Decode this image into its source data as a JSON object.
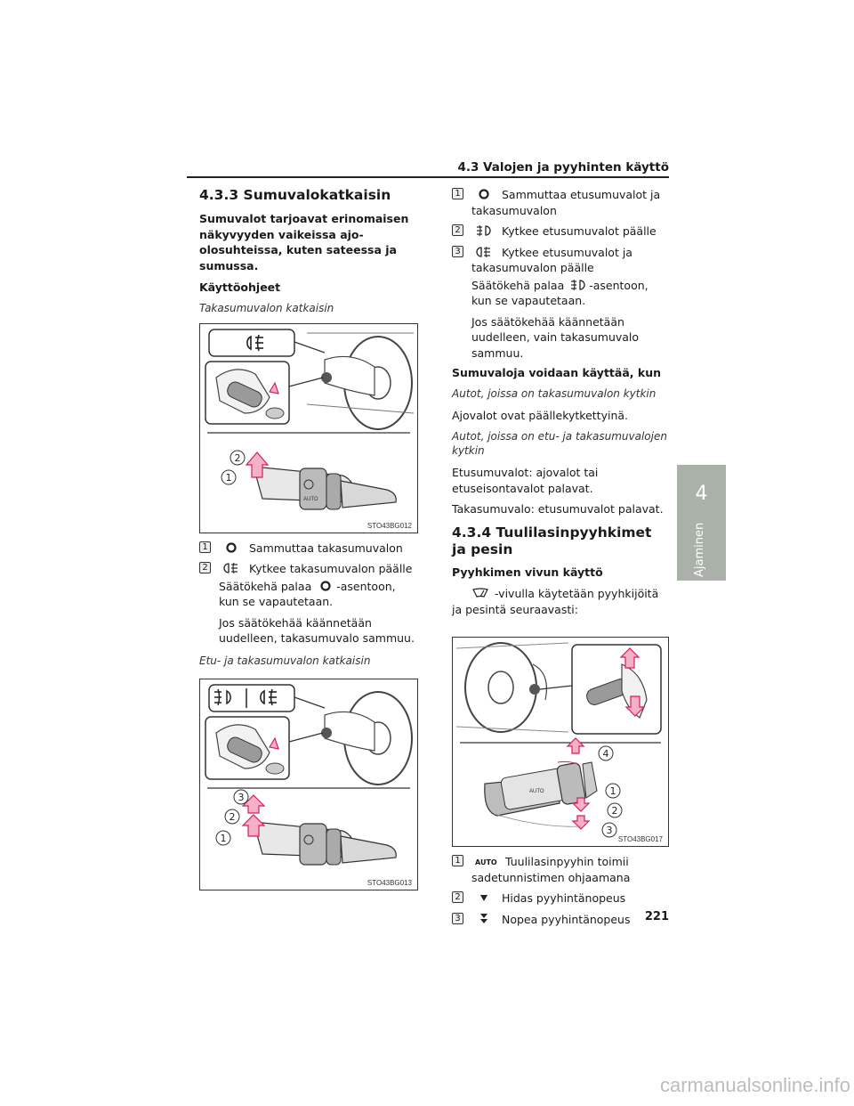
{
  "header": {
    "section_title": "4.3 Valojen ja pyyhinten käyttö"
  },
  "chapter": {
    "number": "4",
    "label": "Ajaminen"
  },
  "left": {
    "heading": "4.3.3 Sumuvalokatkaisin",
    "intro": "Sumuvalot tarjoavat erinomaisen näkyvyyden vaikeissa ajo-olosuhteissa, kuten sateessa ja sumussa.",
    "instructions_title": "Käyttöohjeet",
    "rear_switch_caption": "Takasumuvalon katkaisin",
    "figure1": {
      "code": "STO43BG012",
      "callouts": [
        "2",
        "1"
      ]
    },
    "items1": [
      {
        "num": "1",
        "icon": "fog-off-icon",
        "text": "Sammuttaa takasumuvalon"
      },
      {
        "num": "2",
        "icon": "rear-fog-icon",
        "text": "Kytkee takasumuvalon päälle"
      }
    ],
    "note1a_before": "Säätökehä palaa",
    "note1a_after": "-asentoon, kun se vapautetaan.",
    "note1b": "Jos säätökehää käännetään uudelleen, takasumuvalo sammuu.",
    "front_rear_caption": "Etu- ja takasumuvalon katkaisin",
    "figure2": {
      "code": "STO43BG013",
      "callouts": [
        "3",
        "2",
        "1"
      ]
    }
  },
  "right": {
    "items1": [
      {
        "num": "1",
        "icon": "fog-off-icon",
        "text": "Sammuttaa etusumuvalot ja takasumuvalon"
      },
      {
        "num": "2",
        "icon": "front-fog-icon",
        "text": "Kytkee etusumuvalot päälle"
      },
      {
        "num": "3",
        "icon": "rear-fog-icon",
        "text": "Kytkee etusumuvalot ja takasumuvalon päälle"
      }
    ],
    "note1a_before": "Säätökehä palaa",
    "note1a_after": "-asentoon, kun se vapautetaan.",
    "note1b": "Jos säätökehää käännetään uudelleen, vain takasumuvalo sammuu.",
    "usage_title": "Sumuvaloja voidaan käyttää, kun",
    "cars_rear_caption": "Autot, joissa on takasumuvalon kytkin",
    "cars_rear_text": "Ajovalot ovat päällekytkettyinä.",
    "cars_front_rear_caption": "Autot, joissa on etu- ja takasumuvalojen kytkin",
    "front_text": "Etusumuvalot: ajovalot tai etuseisontavalot palavat.",
    "rear_text": "Takasumuvalo: etusumuvalot palavat.",
    "heading2": "4.3.4 Tuulilasinpyyhkimet ja pesin",
    "wiper_lever_title": "Pyyhkimen vivun käyttö",
    "wiper_intro": "-vivulla käytetään pyyhkijöitä ja pesintä seuraavasti:",
    "figure3": {
      "code": "STO43BG017",
      "callouts": [
        "4",
        "1",
        "2",
        "3"
      ]
    },
    "items2": [
      {
        "num": "1",
        "icon": "auto-icon",
        "icon_text": "AUTO",
        "text": "Tuulilasinpyyhin toimii sadetunnistimen ohjaamana"
      },
      {
        "num": "2",
        "icon": "single-arrow-icon",
        "text": "Hidas pyyhintänopeus"
      },
      {
        "num": "3",
        "icon": "double-arrow-icon",
        "text": "Nopea pyyhintänopeus"
      }
    ]
  },
  "page_number": "221",
  "watermark": "carmanualsonline.info",
  "colors": {
    "tab": "#a9b1a9",
    "arrow_fill": "#f4b0c6",
    "arrow_stroke": "#d81b60"
  }
}
